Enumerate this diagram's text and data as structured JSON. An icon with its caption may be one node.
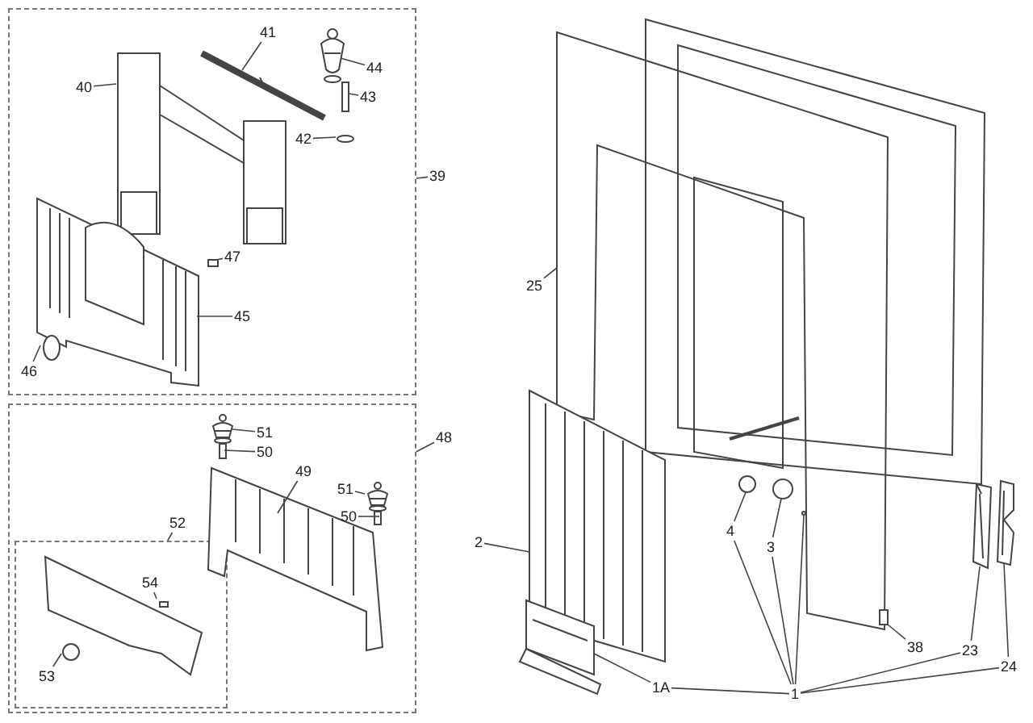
{
  "diagram": {
    "nodes": [
      {
        "text": [],
        "shape": "box"
      },
      {
        "text": [
          "39"
        ]
      },
      {
        "text": [
          "40"
        ],
        "in": 0
      },
      {
        "text": [
          "41"
        ],
        "in": 0
      },
      {
        "text": [
          "44"
        ],
        "in": 0
      },
      {
        "text": [
          "43"
        ],
        "in": 0
      },
      {
        "text": [
          "42"
        ],
        "in": 0
      },
      {
        "text": [
          "47"
        ],
        "in": 0
      },
      {
        "text": [
          "45"
        ],
        "in": 0
      },
      {
        "text": [
          "46"
        ],
        "in": 0
      },
      {
        "text": [],
        "shape": "box"
      },
      {
        "text": [
          "48"
        ]
      },
      {
        "text": [
          "51"
        ],
        "in": 10
      },
      {
        "text": [
          "50"
        ],
        "in": 10
      },
      {
        "text": [
          "49"
        ],
        "in": 10
      },
      {
        "text": [
          "51"
        ],
        "in": 10
      },
      {
        "text": [
          "50"
        ],
        "in": 10
      },
      {
        "text": [],
        "shape": "box",
        "in": 10
      },
      {
        "text": [
          "52"
        ],
        "in": 10
      },
      {
        "text": [
          "54"
        ],
        "in": 17
      },
      {
        "text": [
          "53"
        ],
        "in": 17
      },
      {
        "text": [
          "25"
        ]
      },
      {
        "text": [
          "2"
        ]
      },
      {
        "text": [
          "4"
        ]
      },
      {
        "text": [
          "3"
        ]
      },
      {
        "text": [
          "38"
        ]
      },
      {
        "text": [
          "23"
        ]
      },
      {
        "text": [
          "24"
        ]
      },
      {
        "text": [
          "1A"
        ]
      },
      {
        "text": [
          "1"
        ]
      },
      {
        "text": [],
        "shape": "picture",
        "in": 0
      },
      {
        "text": [],
        "shape": "picture",
        "in": 0
      },
      {
        "text": [],
        "shape": "picture",
        "in": 0
      },
      {
        "text": [],
        "shape": "box",
        "in": 0
      },
      {
        "text": [],
        "shape": "circle",
        "in": 0
      },
      {
        "text": [],
        "shape": "box",
        "in": 0
      },
      {
        "text": [],
        "shape": "picture",
        "in": 0
      },
      {
        "text": [],
        "shape": "circle",
        "in": 0
      },
      {
        "text": [],
        "shape": "picture",
        "in": 10
      },
      {
        "text": [],
        "shape": "box",
        "in": 10
      },
      {
        "text": [],
        "shape": "picture",
        "in": 10
      },
      {
        "text": [],
        "shape": "picture",
        "in": 10
      },
      {
        "text": [],
        "shape": "box",
        "in": 10
      },
      {
        "text": [],
        "shape": "box",
        "in": 17
      },
      {
        "text": [],
        "shape": "circle",
        "in": 17
      },
      {
        "text": [],
        "shape": "picture"
      },
      {
        "text": [],
        "shape": "picture"
      },
      {
        "text": [],
        "shape": "circle"
      },
      {
        "text": [],
        "shape": "circle"
      },
      {
        "text": [],
        "shape": "box"
      },
      {
        "text": [],
        "shape": "picture"
      },
      {
        "text": [],
        "shape": "picture"
      },
      {
        "text": [],
        "shape": "circle"
      },
      {
        "text": [],
        "shape": "picture"
      }
    ],
    "edges": [
      {
        "from": 1,
        "to": 0,
        "arrow": "none"
      },
      {
        "from": 2,
        "to": 30,
        "arrow": "none"
      },
      {
        "from": 3,
        "to": 31,
        "arrow": "none"
      },
      {
        "from": 4,
        "to": 32,
        "arrow": "none"
      },
      {
        "from": 5,
        "to": 33,
        "arrow": "none"
      },
      {
        "from": 6,
        "to": 34,
        "arrow": "none"
      },
      {
        "from": 7,
        "to": 35,
        "arrow": "none"
      },
      {
        "from": 8,
        "to": 36,
        "arrow": "none"
      },
      {
        "from": 9,
        "to": 37,
        "arrow": "none"
      },
      {
        "from": 11,
        "to": 10,
        "arrow": "none"
      },
      {
        "from": 12,
        "to": 38,
        "arrow": "none"
      },
      {
        "from": 13,
        "to": 39,
        "arrow": "none"
      },
      {
        "from": 14,
        "to": 40,
        "arrow": "none"
      },
      {
        "from": 15,
        "to": 41,
        "arrow": "none"
      },
      {
        "from": 16,
        "to": 42,
        "arrow": "none"
      },
      {
        "from": 18,
        "to": 17,
        "arrow": "none"
      },
      {
        "from": 19,
        "to": 43,
        "arrow": "none"
      },
      {
        "from": 20,
        "to": 44,
        "arrow": "none"
      },
      {
        "from": 21,
        "to": 45,
        "arrow": "none"
      },
      {
        "from": 22,
        "to": 46,
        "arrow": "none"
      },
      {
        "from": 23,
        "to": 47,
        "arrow": "none"
      },
      {
        "from": 24,
        "to": 48,
        "arrow": "none"
      },
      {
        "from": 25,
        "to": 49,
        "arrow": "none"
      },
      {
        "from": 26,
        "to": 50,
        "arrow": "none"
      },
      {
        "from": 27,
        "to": 51,
        "arrow": "none"
      },
      {
        "from": 29,
        "to": 52,
        "arrow": "none"
      },
      {
        "from": 23,
        "to": 29,
        "arrow": "none"
      },
      {
        "from": 24,
        "to": 29,
        "arrow": "none"
      },
      {
        "from": 26,
        "to": 29,
        "arrow": "none"
      },
      {
        "from": 27,
        "to": 29,
        "arrow": "none"
      },
      {
        "from": 28,
        "to": 29,
        "arrow": "none"
      },
      {
        "from": 28,
        "to": 53,
        "arrow": "none"
      }
    ]
  }
}
